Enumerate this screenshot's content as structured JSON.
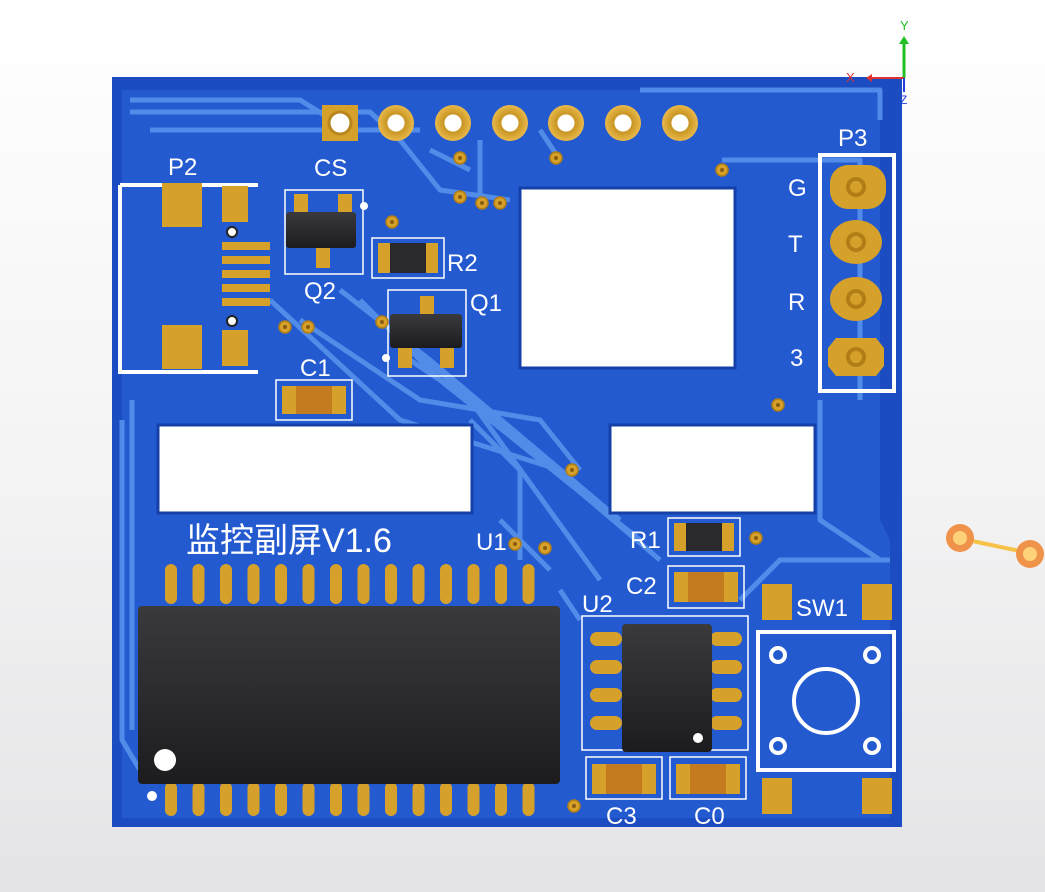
{
  "board": {
    "title_text": "监控副屏V1.6",
    "colors": {
      "board": "#1d4fc4",
      "copper": "#2e6ee0",
      "trace": "#4a88ea",
      "gold": "#d6a12a",
      "silk": "#ffffff",
      "ic": "#2a2a2c"
    }
  },
  "labels": {
    "p2": "P2",
    "cs": "CS",
    "q2": "Q2",
    "r2": "R2",
    "q1": "Q1",
    "c1": "C1",
    "p3": "P3",
    "pin_g": "G",
    "pin_t": "T",
    "pin_r": "R",
    "pin_3": "3",
    "u1": "U1",
    "r1": "R1",
    "c2": "C2",
    "u2": "U2",
    "sw1": "SW1",
    "c3": "C3",
    "c0": "C0"
  },
  "axis_gizmo": {
    "y": "Y",
    "x": "X",
    "z": "Z",
    "colors": {
      "y": "#22c022",
      "x": "#e03030",
      "z": "#2040e0"
    }
  },
  "icons": {
    "axis_gizmo": "axis-triad-icon",
    "light_source": "light-source-icon"
  }
}
